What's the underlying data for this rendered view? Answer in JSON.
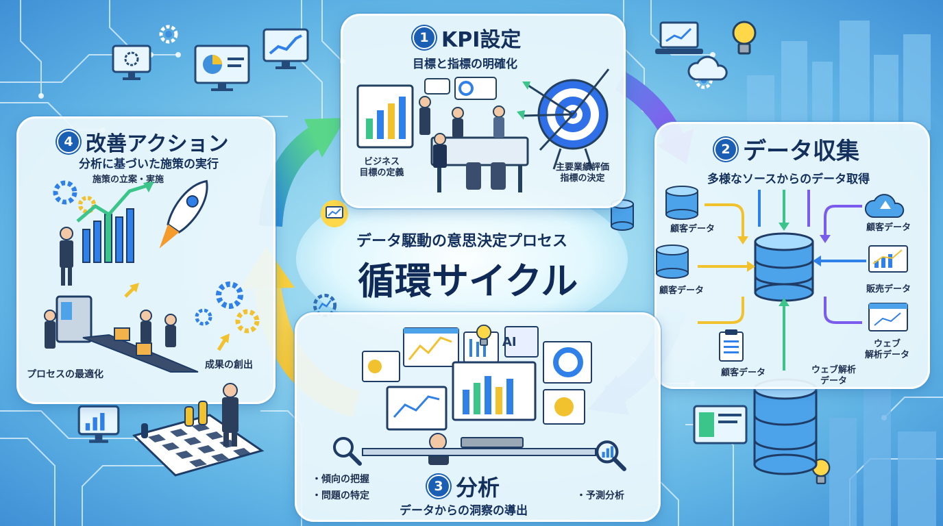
{
  "center": {
    "subtitle": "データ駆動の意思決定プロセス",
    "title": "循環サイクル"
  },
  "kpi": {
    "number": "1",
    "title": "KPI設定",
    "subtitle": "目標と指標の明確化",
    "label_left": "ビジネス\n目標の定義",
    "label_right": "主要業績評価\n指標の決定"
  },
  "data_collection": {
    "number": "2",
    "title": "データ収集",
    "subtitle": "多様なソースからのデータ取得",
    "sources": [
      "顧客データ",
      "顧客データ",
      "顧客データ",
      "顧客データ",
      "販売データ",
      "ウェブ\n解析データ",
      "ウェブ解析\nデータ"
    ]
  },
  "analysis": {
    "number": "3",
    "title": "分析",
    "subtitle": "データからの洞察の導出",
    "bullets_left": [
      "傾向の把握",
      "問題の特定"
    ],
    "bullets_right": [
      "予測分析"
    ],
    "screen_label": "AI"
  },
  "improvement": {
    "number": "4",
    "title": "改善アクション",
    "subtitle": "分析に基づいた施策の実行",
    "label_top": "施策の立案・実施",
    "label_bottom_left": "プロセスの最適化",
    "label_bottom_right": "成果の創出"
  },
  "colors": {
    "panel_border": "#ffffff",
    "title_text": "#132f5c",
    "number_badge": "#1a5fb4",
    "arrow_purple": "#6c63e6",
    "arrow_blue": "#2f80e8",
    "arrow_yellow": "#f2c12e",
    "arrow_green": "#3cc58a",
    "circuit": "#e6f6ff"
  },
  "icons": [
    "gear-icon",
    "monitor-icon",
    "pie-chart-icon",
    "line-chart-icon",
    "laptop-icon",
    "lightbulb-icon",
    "cloud-icon",
    "database-icon",
    "clipboard-icon",
    "target-icon",
    "rocket-icon",
    "magnifier-icon",
    "chess-icon",
    "city-icon"
  ]
}
